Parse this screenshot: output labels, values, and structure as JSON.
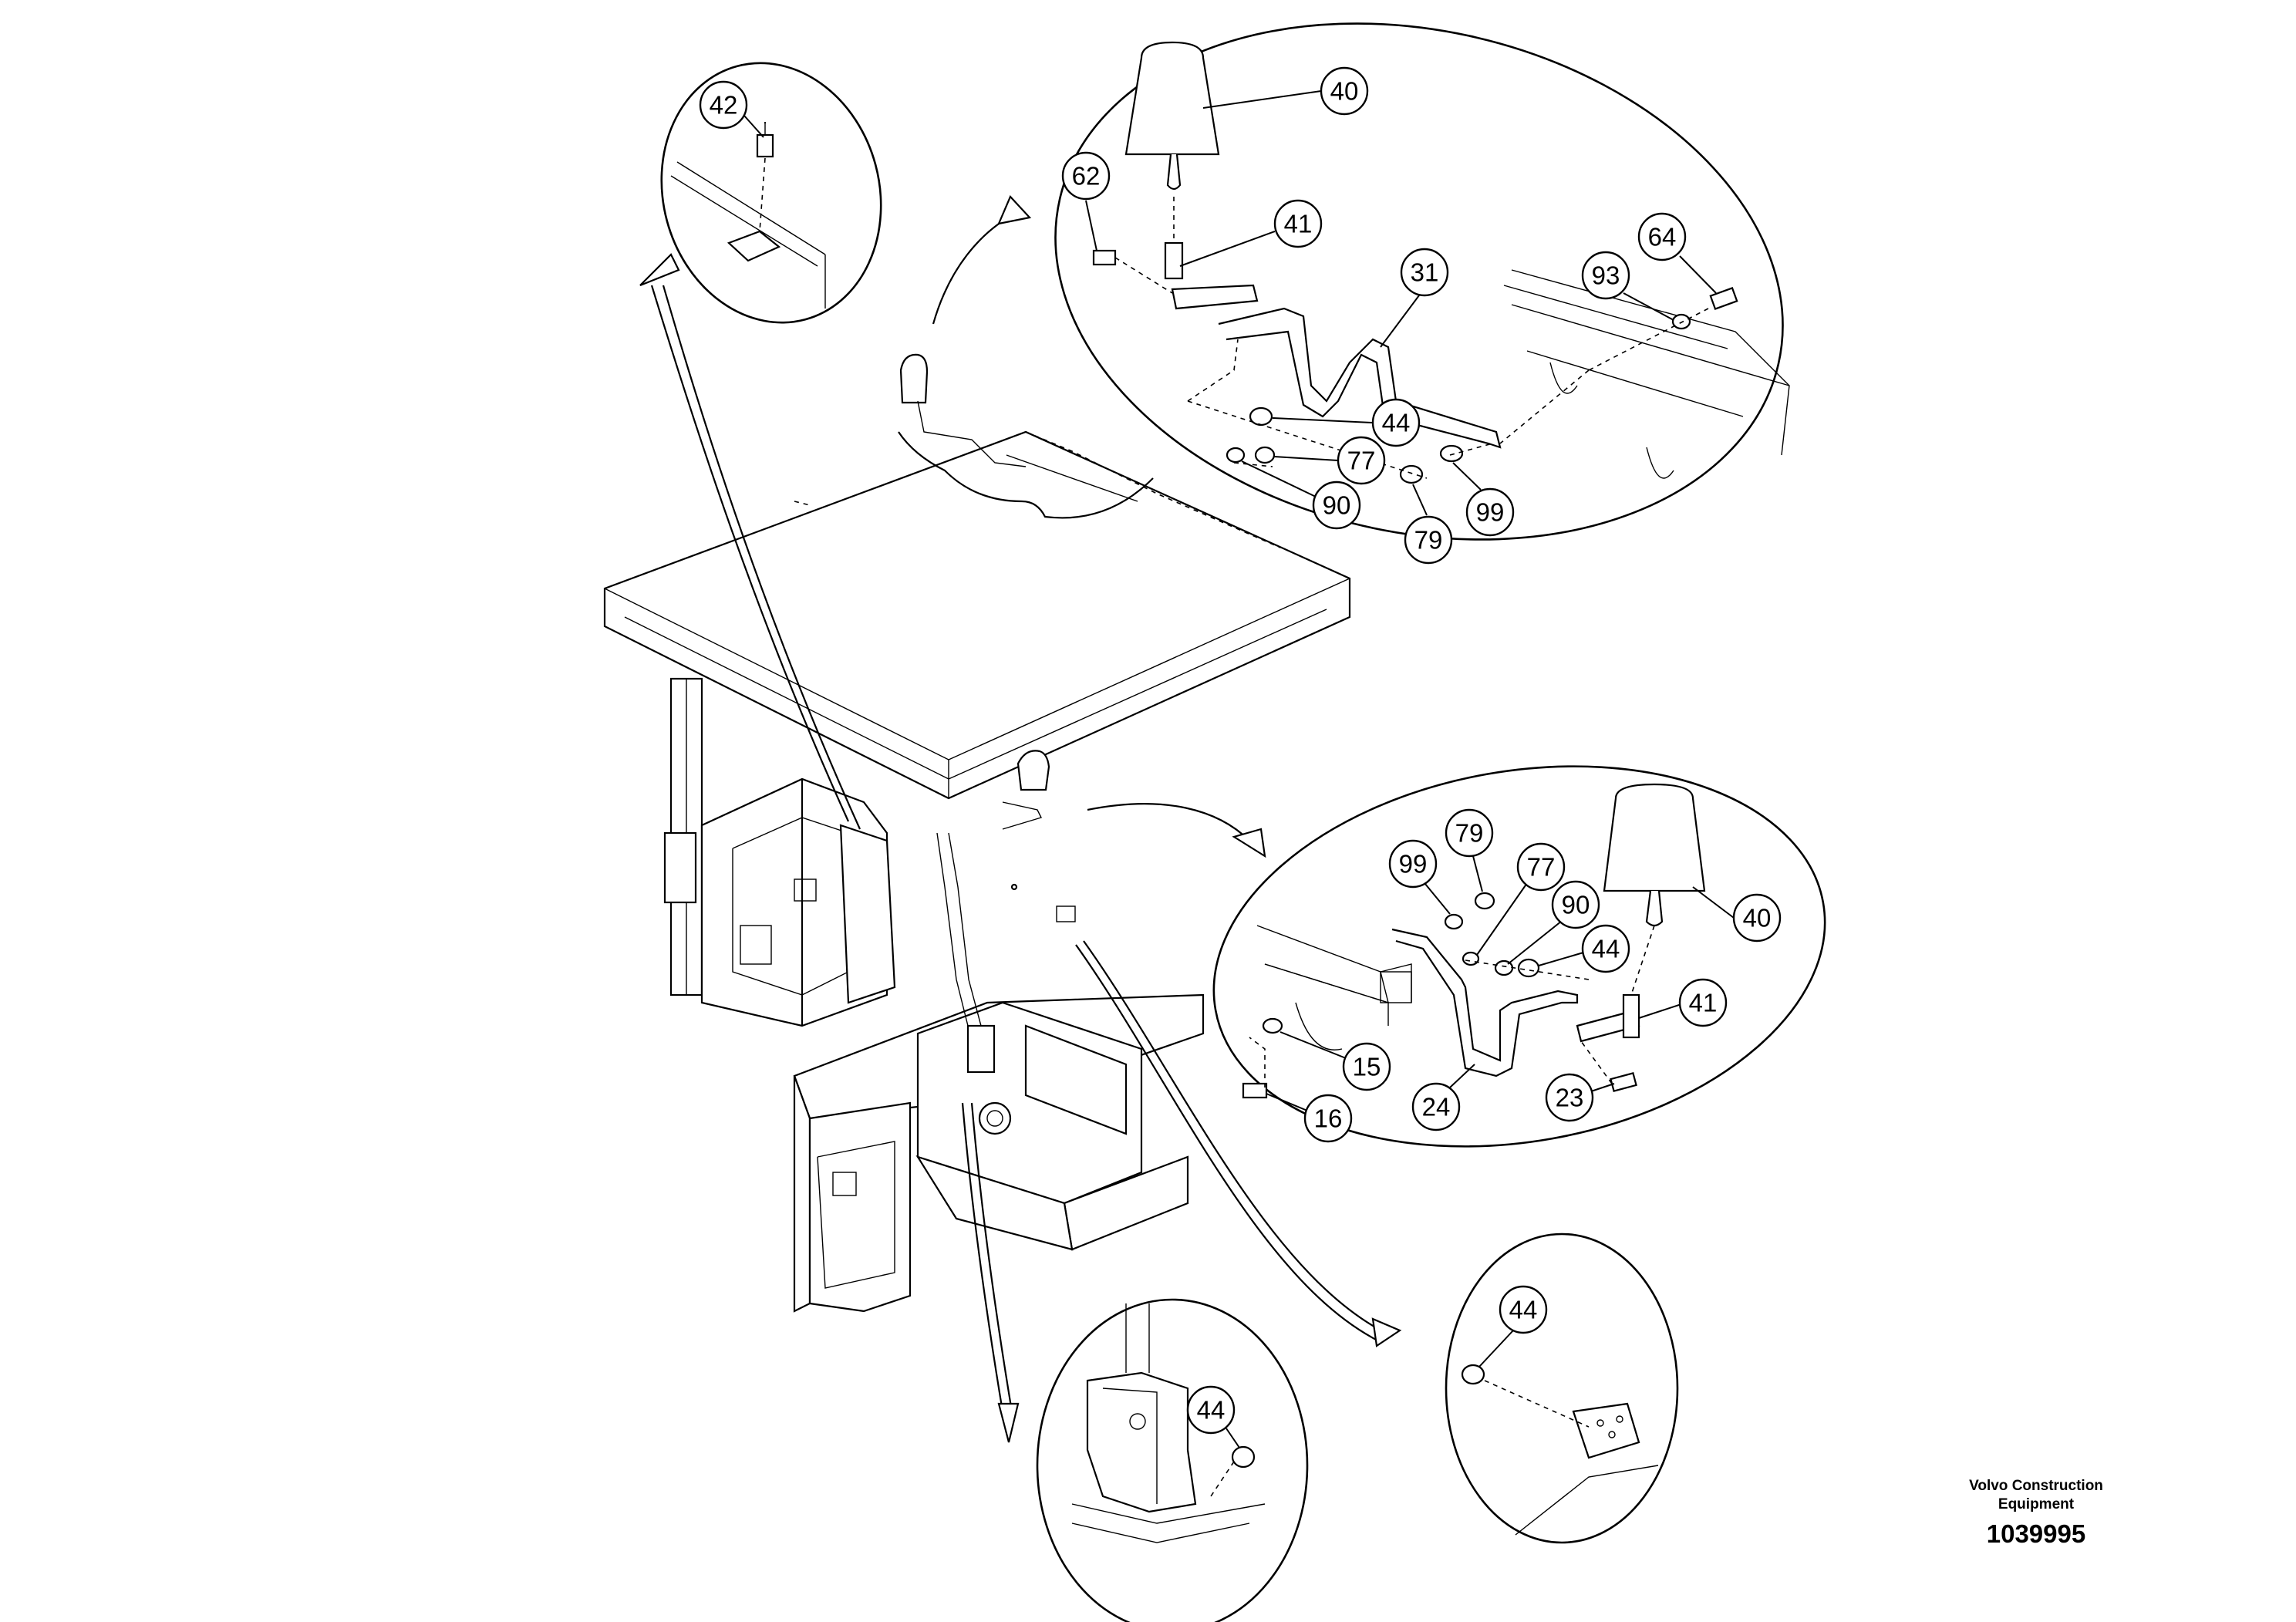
{
  "brand": {
    "line1": "Volvo Construction",
    "line2": "Equipment"
  },
  "drawing_number": "1039995",
  "callouts": {
    "c42": "42",
    "c40a": "40",
    "c62": "62",
    "c41a": "41",
    "c31": "31",
    "c93": "93",
    "c64": "64",
    "c44a": "44",
    "c77a": "77",
    "c90a": "90",
    "c79a": "79",
    "c99a": "99",
    "c99b": "99",
    "c79b": "79",
    "c77b": "77",
    "c90b": "90",
    "c44b": "44",
    "c40b": "40",
    "c41b": "41",
    "c15": "15",
    "c16": "16",
    "c24": "24",
    "c23": "23",
    "c44c": "44",
    "c44d": "44"
  }
}
